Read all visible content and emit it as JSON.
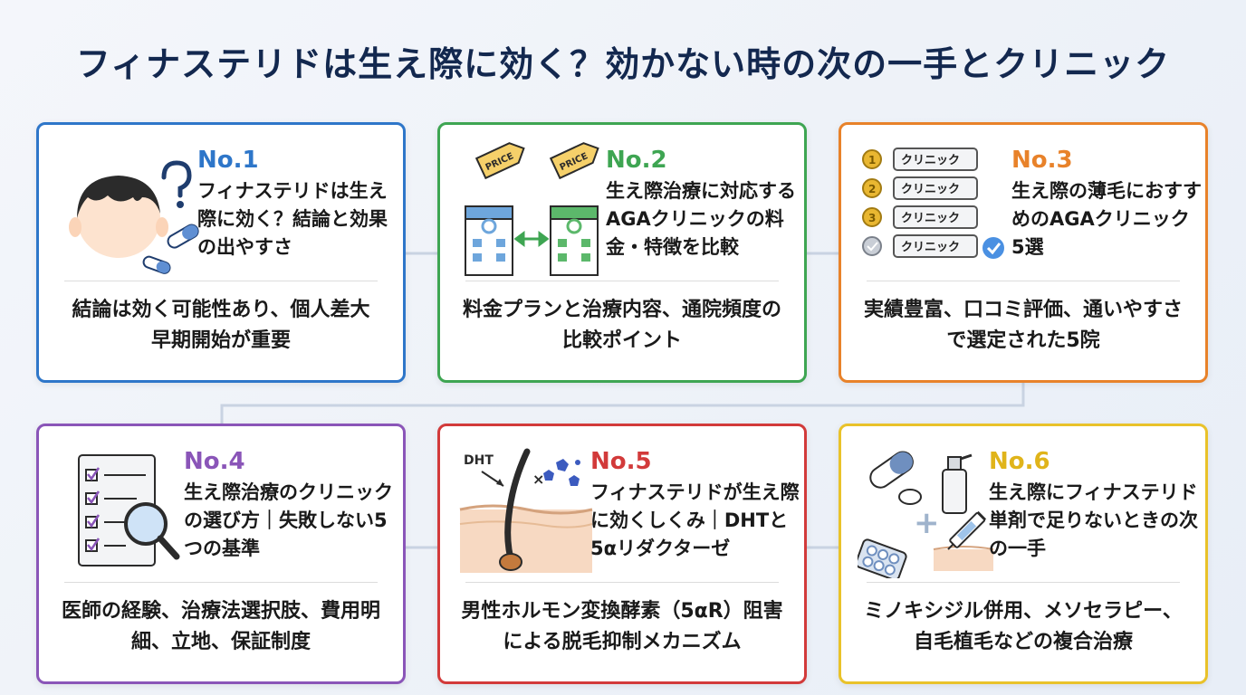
{
  "title": "フィナステリドは生え際に効く？効かない時の次の一手とクリニック",
  "colors": {
    "no1": "#2e76c9",
    "no2": "#3ea552",
    "no3": "#e8822a",
    "no4": "#8a55b8",
    "no5": "#d23a3a",
    "no6": "#e0b41a",
    "title": "#13284f"
  },
  "cards": [
    {
      "number": "No.1",
      "heading": "フィナステリドは生え際に効く？結論と効果の出やすさ",
      "description": "結論は効く可能性あり、個人差大　早期開始が重要",
      "illustration": "head-question-pills-icon"
    },
    {
      "number": "No.2",
      "heading": "生え際治療に対応するAGAクリニックの料金・特徴を比較",
      "description": "料金プランと治療内容、通院頻度の比較ポイント",
      "illustration": "clinic-price-compare-icon",
      "price_tag": "PRICE"
    },
    {
      "number": "No.3",
      "heading": "生え際の薄毛におすすめのAGAクリニック5選",
      "description": "実績豊富、口コミ評価、通いやすさで選定された5院",
      "illustration": "ranking-medals-icon",
      "ranking_labels": [
        "クリニック",
        "クリニック",
        "クリニック",
        "クリニック"
      ],
      "medal_numbers": [
        "1",
        "2",
        "3"
      ]
    },
    {
      "number": "No.4",
      "heading": "生え際治療のクリニックの選び方｜失敗しない5つの基準",
      "description": "医師の経験、治療法選択肢、費用明細、立地、保証制度",
      "illustration": "checklist-magnifier-icon"
    },
    {
      "number": "No.5",
      "heading": "フィナステリドが生え際に効くしくみ｜DHTと5αリダクターゼ",
      "description": "男性ホルモン変換酵素（5αR）阻害による脱毛抑制メカニズム",
      "illustration": "hair-follicle-dht-icon",
      "dht_label": "DHT"
    },
    {
      "number": "No.6",
      "heading": "生え際にフィナステリド単剤で足りないときの次の一手",
      "description": "ミノキシジル併用、メソセラピー、自毛植毛などの複合治療",
      "illustration": "combination-treatment-icon"
    }
  ]
}
